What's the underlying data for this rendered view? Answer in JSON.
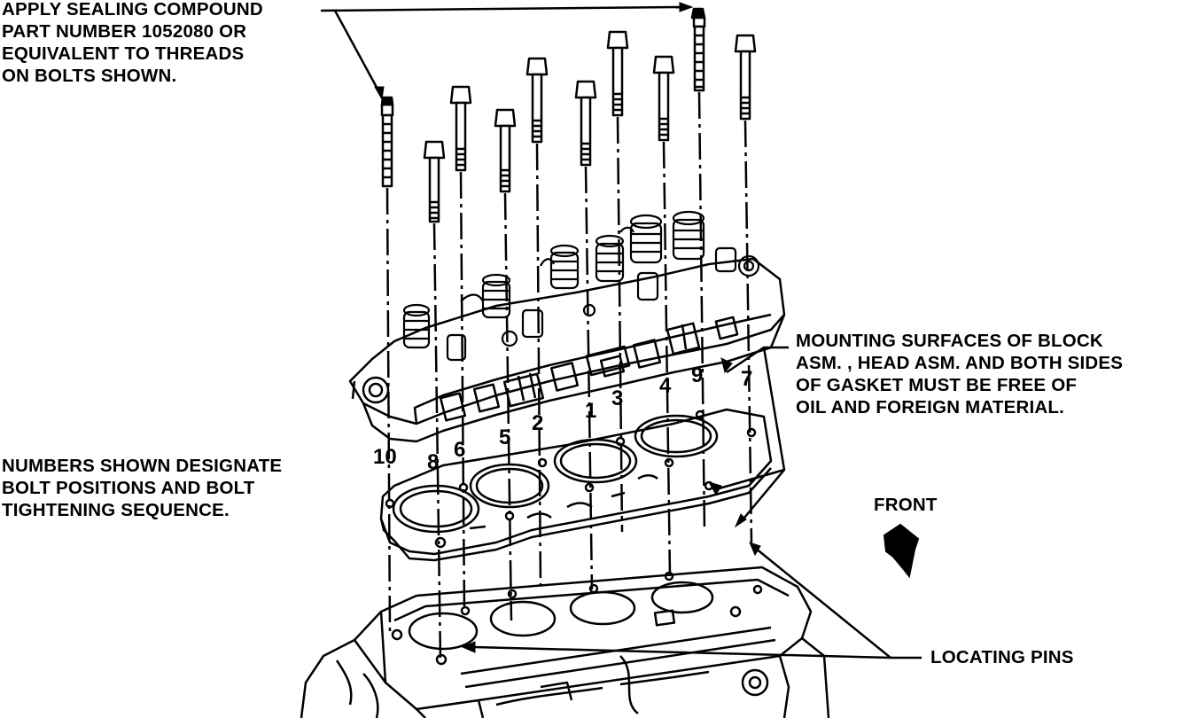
{
  "notes": {
    "sealing": [
      "APPLY SEALING COMPOUND",
      "PART NUMBER 1052080 OR",
      "EQUIVALENT TO THREADS",
      "ON BOLTS SHOWN."
    ],
    "surfaces": [
      "MOUNTING SURFACES OF BLOCK",
      "ASM. , HEAD ASM. AND BOTH SIDES",
      "OF GASKET MUST BE FREE OF",
      "OIL AND FOREIGN MATERIAL."
    ],
    "numbers": [
      "NUMBERS SHOWN DESIGNATE",
      "BOLT POSITIONS AND BOLT",
      "TIGHTENING SEQUENCE."
    ]
  },
  "labels": {
    "front": "FRONT",
    "locating_pins": "LOCATING PINS"
  },
  "bolt_numbers": [
    "10",
    "8",
    "6",
    "5",
    "2",
    "1",
    "3",
    "4",
    "9",
    "7"
  ],
  "colors": {
    "ink": "#000000",
    "paper": "#ffffff"
  }
}
